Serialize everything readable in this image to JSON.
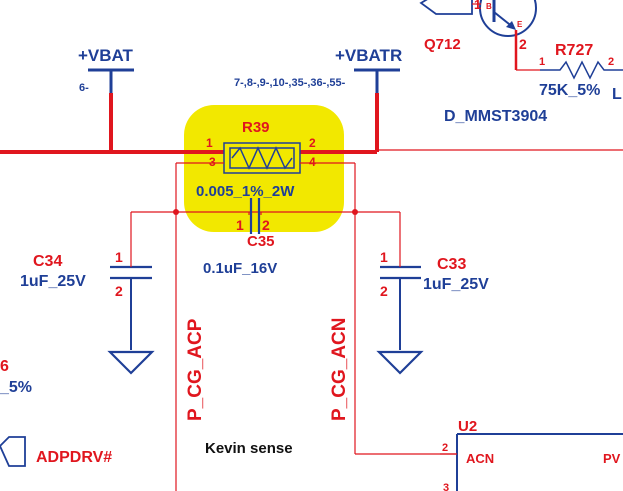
{
  "colors": {
    "wire_thick": "#e0161e",
    "wire_thin": "#e0161e",
    "ref_text": "#e0161e",
    "value_text": "#1f3f97",
    "highlight": "#f2e800",
    "body": "#111111"
  },
  "power": {
    "vbat": {
      "name": "+VBAT",
      "pin": "6-"
    },
    "vbatr": {
      "name": "+VBATR",
      "pins": "7-,8-,9-,10-,35-,36-,55-"
    }
  },
  "r39": {
    "ref": "R39",
    "value": "0.005_1%_2W",
    "pin1": "1",
    "pin2": "2",
    "pin3": "3",
    "pin4": "4"
  },
  "c35": {
    "ref": "C35",
    "value": "0.1uF_16V",
    "pin1": "1",
    "pin2": "2"
  },
  "c34": {
    "ref": "C34",
    "value": "1uF_25V",
    "pin1": "1",
    "pin2": "2"
  },
  "c33": {
    "ref": "C33",
    "value": "1uF_25V",
    "pin1": "1",
    "pin2": "2"
  },
  "q712": {
    "ref": "Q712",
    "part": "D_MMST3904",
    "pin_b": "B",
    "pin_e": "E",
    "pin_b_num": "1",
    "pin_e_num": "2"
  },
  "r727": {
    "ref": "R727",
    "value": "75K_5%",
    "pin1": "1",
    "pin2": "2",
    "value_tail": "L"
  },
  "nets": {
    "acp": "P_CG_ACP",
    "acn": "P_CG_ACN",
    "adpdrv": "ADPDRV#"
  },
  "left_partial": {
    "ref_tail": "6",
    "value_tail": "_5%"
  },
  "u2": {
    "ref": "U2",
    "pin2_num": "2",
    "pin2_name": "ACN",
    "pin_right": "PV",
    "pin3_num": "3"
  },
  "note": "Kevin sense"
}
